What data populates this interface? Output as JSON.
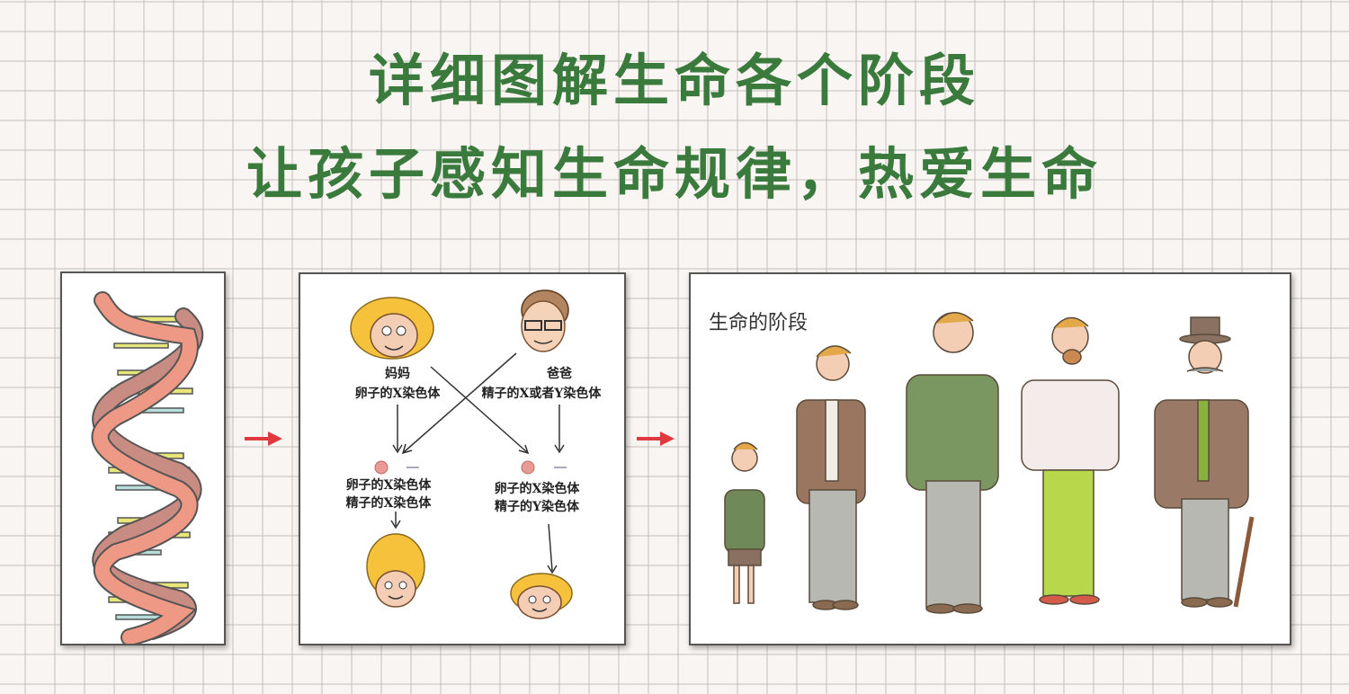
{
  "headline": {
    "line1": "详细图解生命各个阶段",
    "line2": "让孩子感知生命规律，热爱生命",
    "color": "#3a7a3c"
  },
  "panels": {
    "dna": {
      "illustration": "dna-double-helix"
    },
    "inheritance": {
      "mother_label": "妈妈",
      "mother_desc": "卵子的X染色体",
      "father_label": "爸爸",
      "father_desc": "精子的X或者Y染色体",
      "girl_line1": "卵子的X染色体",
      "girl_line2": "精子的X染色体",
      "boy_line1": "卵子的X染色体",
      "boy_line2": "精子的Y染色体"
    },
    "stages": {
      "title": "生命的阶段",
      "figures": [
        "child",
        "teen",
        "young-adult",
        "middle-age",
        "elderly"
      ]
    }
  },
  "arrows": {
    "color": "#e03a3e"
  }
}
